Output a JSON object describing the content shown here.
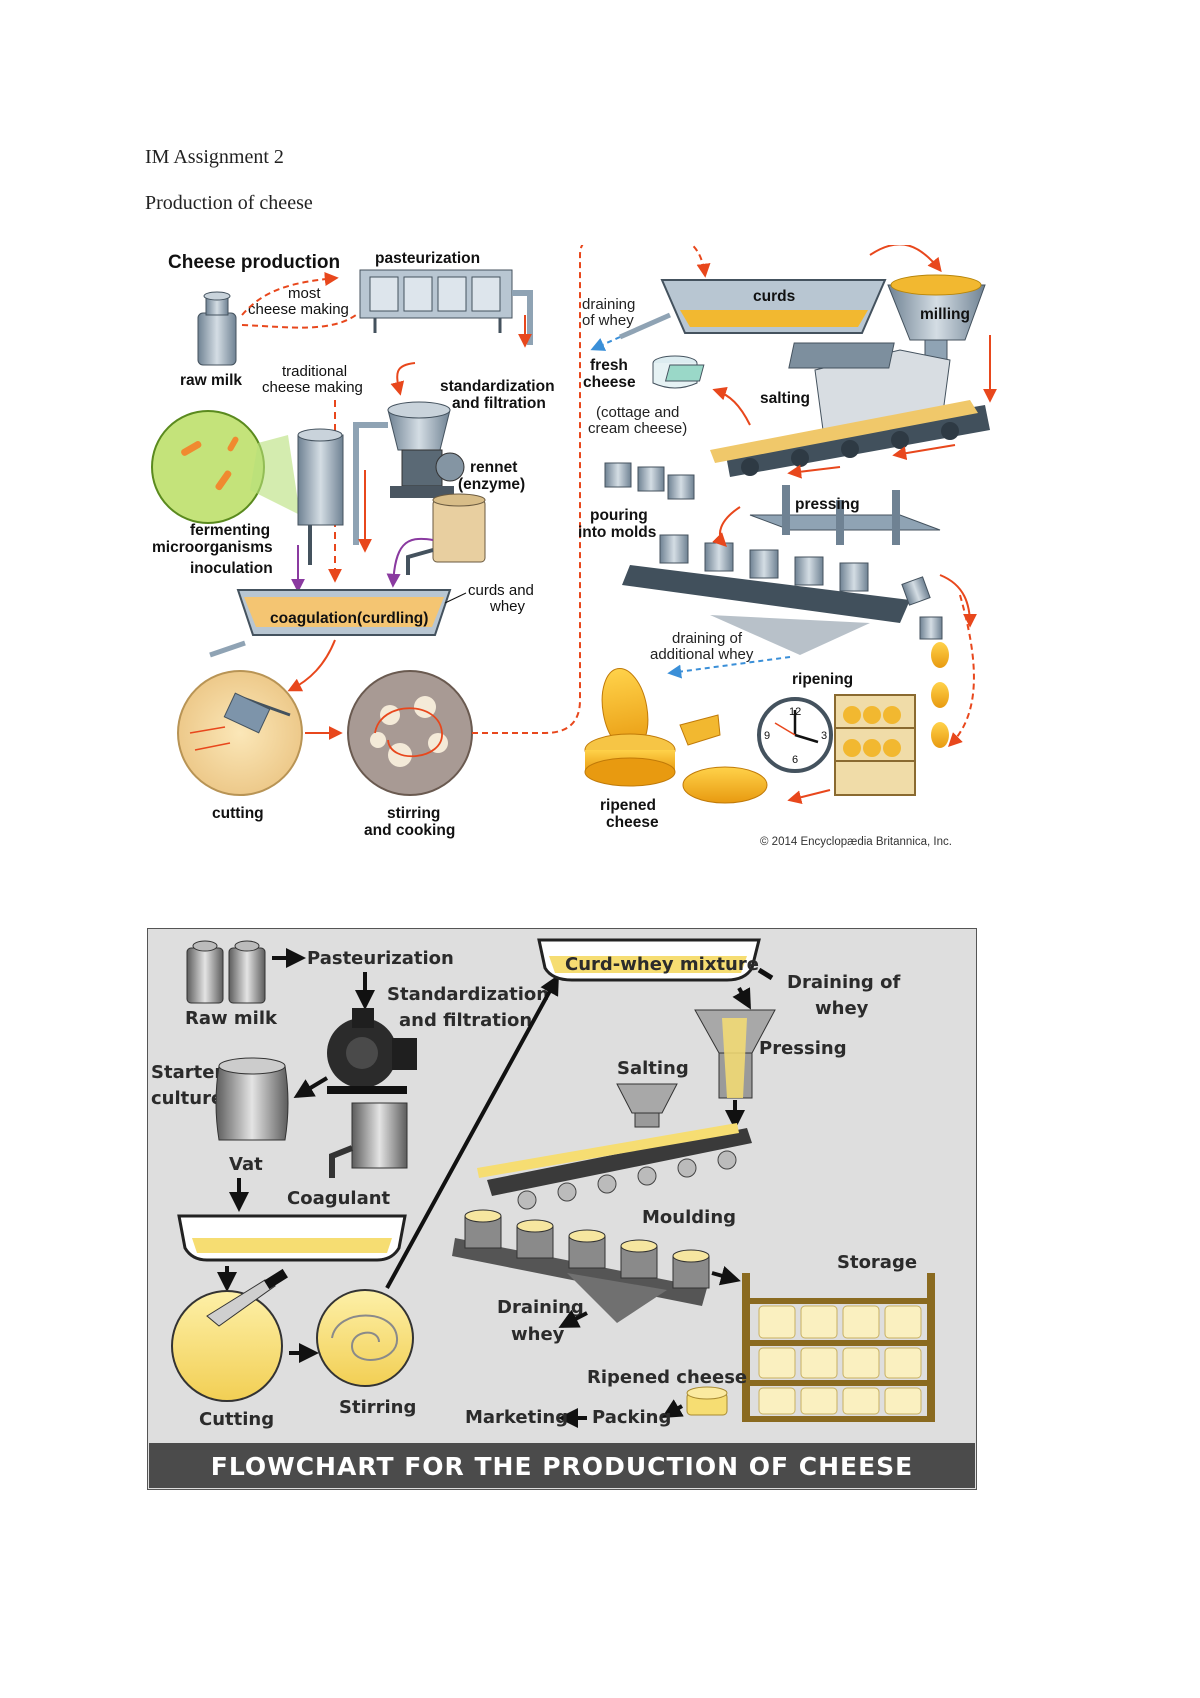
{
  "document": {
    "heading": "IM Assignment 2",
    "subheading": "Production of cheese"
  },
  "figure1": {
    "title": "Cheese production",
    "labels": {
      "pasteurization": "pasteurization",
      "most_cheese_making_1": "most",
      "most_cheese_making_2": "cheese making",
      "raw_milk": "raw milk",
      "traditional_1": "traditional",
      "traditional_2": "cheese making",
      "standardization_1": "standardization",
      "standardization_2": "and filtration",
      "fermenting_1": "fermenting",
      "fermenting_2": "microorganisms",
      "rennet_1": "rennet",
      "rennet_2": "(enzyme)",
      "inoculation": "inoculation",
      "coagulation": "coagulation(curdling)",
      "curds_whey_1": "curds and",
      "curds_whey_2": "whey",
      "cutting": "cutting",
      "stirring_1": "stirring",
      "stirring_2": "and cooking",
      "draining_whey_1": "draining",
      "draining_whey_2": "of whey",
      "curds": "curds",
      "milling": "milling",
      "fresh_cheese_1": "fresh",
      "fresh_cheese_2": "cheese",
      "cottage_1": "(cottage and",
      "cottage_2": "cream cheese)",
      "salting": "salting",
      "pouring_1": "pouring",
      "pouring_2": "into molds",
      "pressing": "pressing",
      "additional_whey_1": "draining of",
      "additional_whey_2": "additional whey",
      "ripening": "ripening",
      "ripened_1": "ripened",
      "ripened_2": "cheese",
      "clock_12": "12",
      "clock_3": "3",
      "clock_6": "6",
      "clock_9": "9",
      "copyright": "© 2014 Encyclopædia Britannica, Inc."
    }
  },
  "figure2": {
    "banner": "FLOWCHART FOR THE PRODUCTION OF CHEESE",
    "labels": {
      "pasteurization": "Pasteurization",
      "raw_milk": "Raw milk",
      "standardization_1": "Standardization",
      "standardization_2": "and filtration",
      "starter_1": "Starter",
      "starter_2": "culture",
      "vat": "Vat",
      "coagulant": "Coagulant",
      "curd_whey": "Curd-whey mixture",
      "draining_1": "Draining of",
      "draining_2": "whey",
      "pressing": "Pressing",
      "salting": "Salting",
      "moulding": "Moulding",
      "storage": "Storage",
      "draining_whey_1": "Draining",
      "draining_whey_2": "whey",
      "ripened": "Ripened cheese",
      "marketing": "Marketing",
      "packing": "Packing",
      "cutting": "Cutting",
      "stirring": "Stirring"
    }
  },
  "colors": {
    "arrow_red": "#e8471c",
    "arrow_blue": "#3a8fd8",
    "cheese_yellow": "#f2b830",
    "steel": "#8fa3b4",
    "figure2_bg": "#dedede",
    "banner_bg": "#4b4b4b"
  }
}
